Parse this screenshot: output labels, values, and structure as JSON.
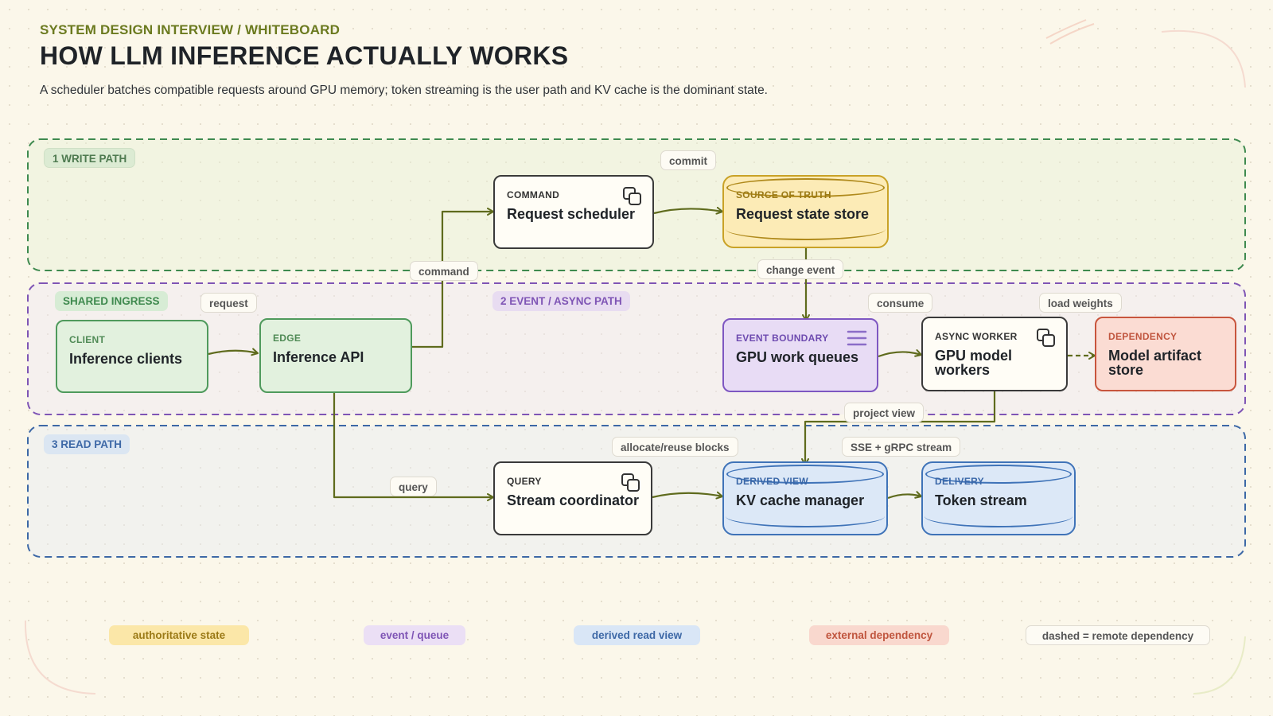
{
  "header": {
    "eyebrow": "SYSTEM DESIGN INTERVIEW / WHITEBOARD",
    "title": "HOW LLM INFERENCE ACTUALLY WORKS",
    "subtitle": "A scheduler batches compatible requests around GPU memory; token streaming is the user path and KV cache is the dominant state."
  },
  "lanes": {
    "write": "1 WRITE PATH",
    "shared": "SHARED INGRESS",
    "event": "2 EVENT / ASYNC PATH",
    "read": "3 READ PATH"
  },
  "nodes": {
    "clients": {
      "kind": "CLIENT",
      "name": "Inference clients"
    },
    "api": {
      "kind": "EDGE",
      "name": "Inference API"
    },
    "scheduler": {
      "kind": "COMMAND",
      "name": "Request scheduler",
      "icon": "copy-icon"
    },
    "state_store": {
      "kind": "SOURCE OF TRUTH",
      "name": "Request state store"
    },
    "queues": {
      "kind": "EVENT BOUNDARY",
      "name": "GPU work queues",
      "icon": "menu-icon"
    },
    "workers": {
      "kind": "ASYNC WORKER",
      "name": "GPU model workers",
      "icon": "copy-icon"
    },
    "artifact": {
      "kind": "DEPENDENCY",
      "name": "Model artifact store"
    },
    "coordinator": {
      "kind": "QUERY",
      "name": "Stream coordinator",
      "icon": "copy-icon"
    },
    "kv_cache": {
      "kind": "DERIVED VIEW",
      "name": "KV cache manager"
    },
    "token_stream": {
      "kind": "DELIVERY",
      "name": "Token stream"
    }
  },
  "edges": {
    "request": "request",
    "command": "command",
    "commit": "commit",
    "change_event": "change event",
    "consume": "consume",
    "load_weights": "load weights",
    "project_view": "project view",
    "query": "query",
    "allocate": "allocate/reuse blocks",
    "stream": "SSE + gRPC stream"
  },
  "legend": {
    "authoritative": "authoritative state",
    "event": "event / queue",
    "derived": "derived read view",
    "external": "external dependency",
    "remote": "dashed = remote dependency"
  },
  "colors": {
    "wire": "#5f6b1d",
    "write_lane": "#3f8a4f",
    "event_lane": "#7f55b5",
    "read_lane": "#3d68a6",
    "authoritative": "#c9a227",
    "event_queue": "#7e57c2",
    "derived": "#3f73b8",
    "external": "#c8553d",
    "ingress": "#4f9a5c"
  }
}
